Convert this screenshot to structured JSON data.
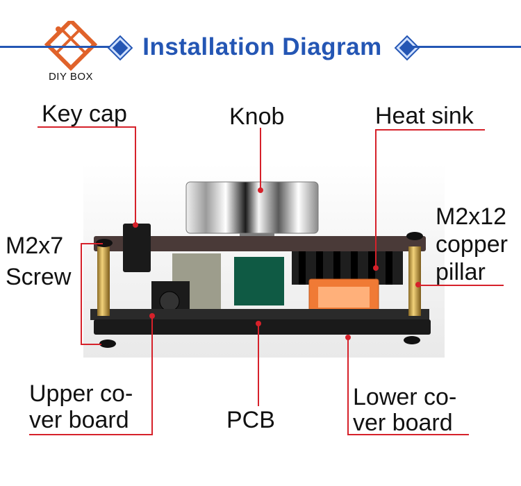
{
  "header": {
    "title": "Installation Diagram",
    "brand": "DIY BOX"
  },
  "labels": {
    "key_cap": "Key cap",
    "knob": "Knob",
    "heat_sink": "Heat sink",
    "m2x7_line1": "M2x7",
    "m2x7_line2": "Screw",
    "m2x12_line1": "M2x12",
    "m2x12_line2": "copper",
    "m2x12_line3": "pillar",
    "upper_line1": "Upper co-",
    "upper_line2": "ver board",
    "pcb": "PCB",
    "lower_line1": "Lower co-",
    "lower_line2": "ver board"
  },
  "colors": {
    "accent": "#2456b4",
    "callout": "#d6212a",
    "brand": "#e0622a"
  }
}
